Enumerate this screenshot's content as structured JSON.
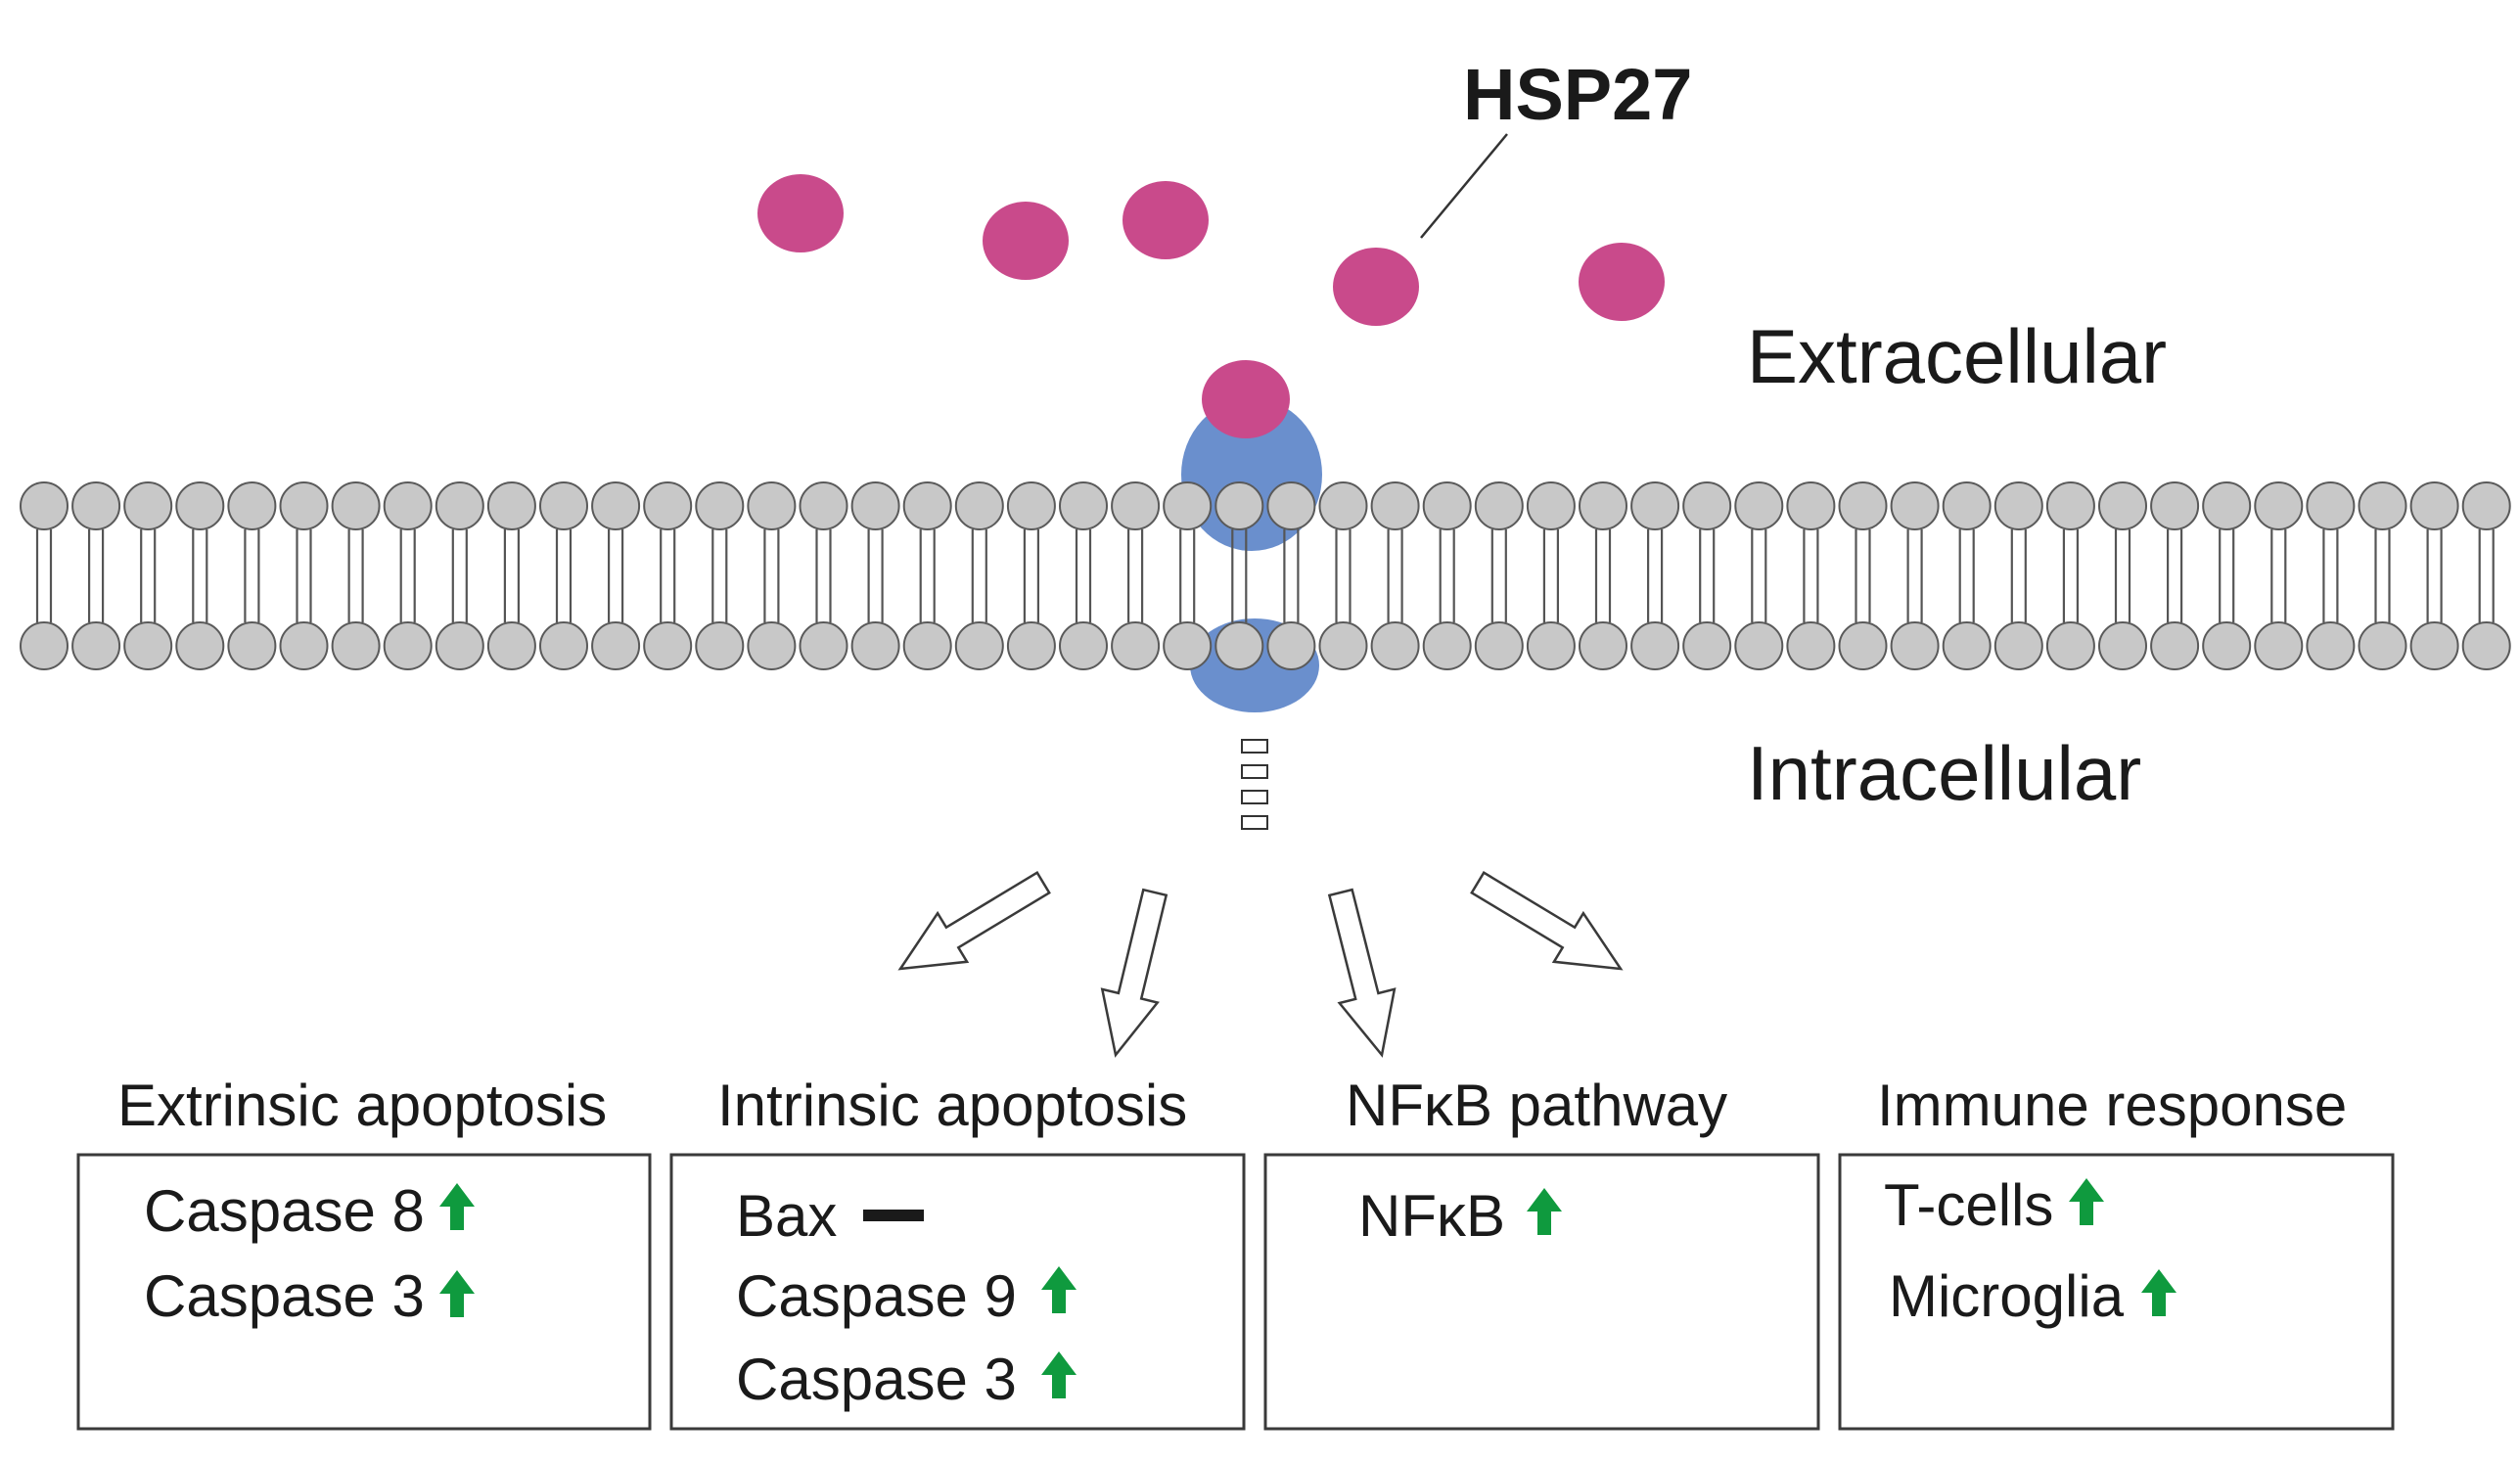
{
  "labels": {
    "hsp27": "HSP27",
    "extracellular": "Extracellular",
    "intracellular": "Intracellular"
  },
  "colors": {
    "hsp27": "#c94a8b",
    "receptor": "#6a8fcd",
    "lipid": "#c8c8c8",
    "up_arrow": "#0f9a3e",
    "no_change_bar": "#1a1a1a"
  },
  "pathways": [
    {
      "title": "Extrinsic apoptosis",
      "items": [
        {
          "label": "Caspase 8",
          "effect": "up"
        },
        {
          "label": "Caspase 3",
          "effect": "up"
        }
      ]
    },
    {
      "title": "Intrinsic apoptosis",
      "items": [
        {
          "label": "Bax",
          "effect": "no-change"
        },
        {
          "label": "Caspase 9",
          "effect": "up"
        },
        {
          "label": "Caspase 3",
          "effect": "up"
        }
      ]
    },
    {
      "title": "NFκB pathway",
      "items": [
        {
          "label": "NFκB",
          "effect": "up"
        }
      ]
    },
    {
      "title": "Immune response",
      "items": [
        {
          "label": "T-cells",
          "effect": "up"
        },
        {
          "label": "Microglia",
          "effect": "up"
        }
      ]
    }
  ]
}
